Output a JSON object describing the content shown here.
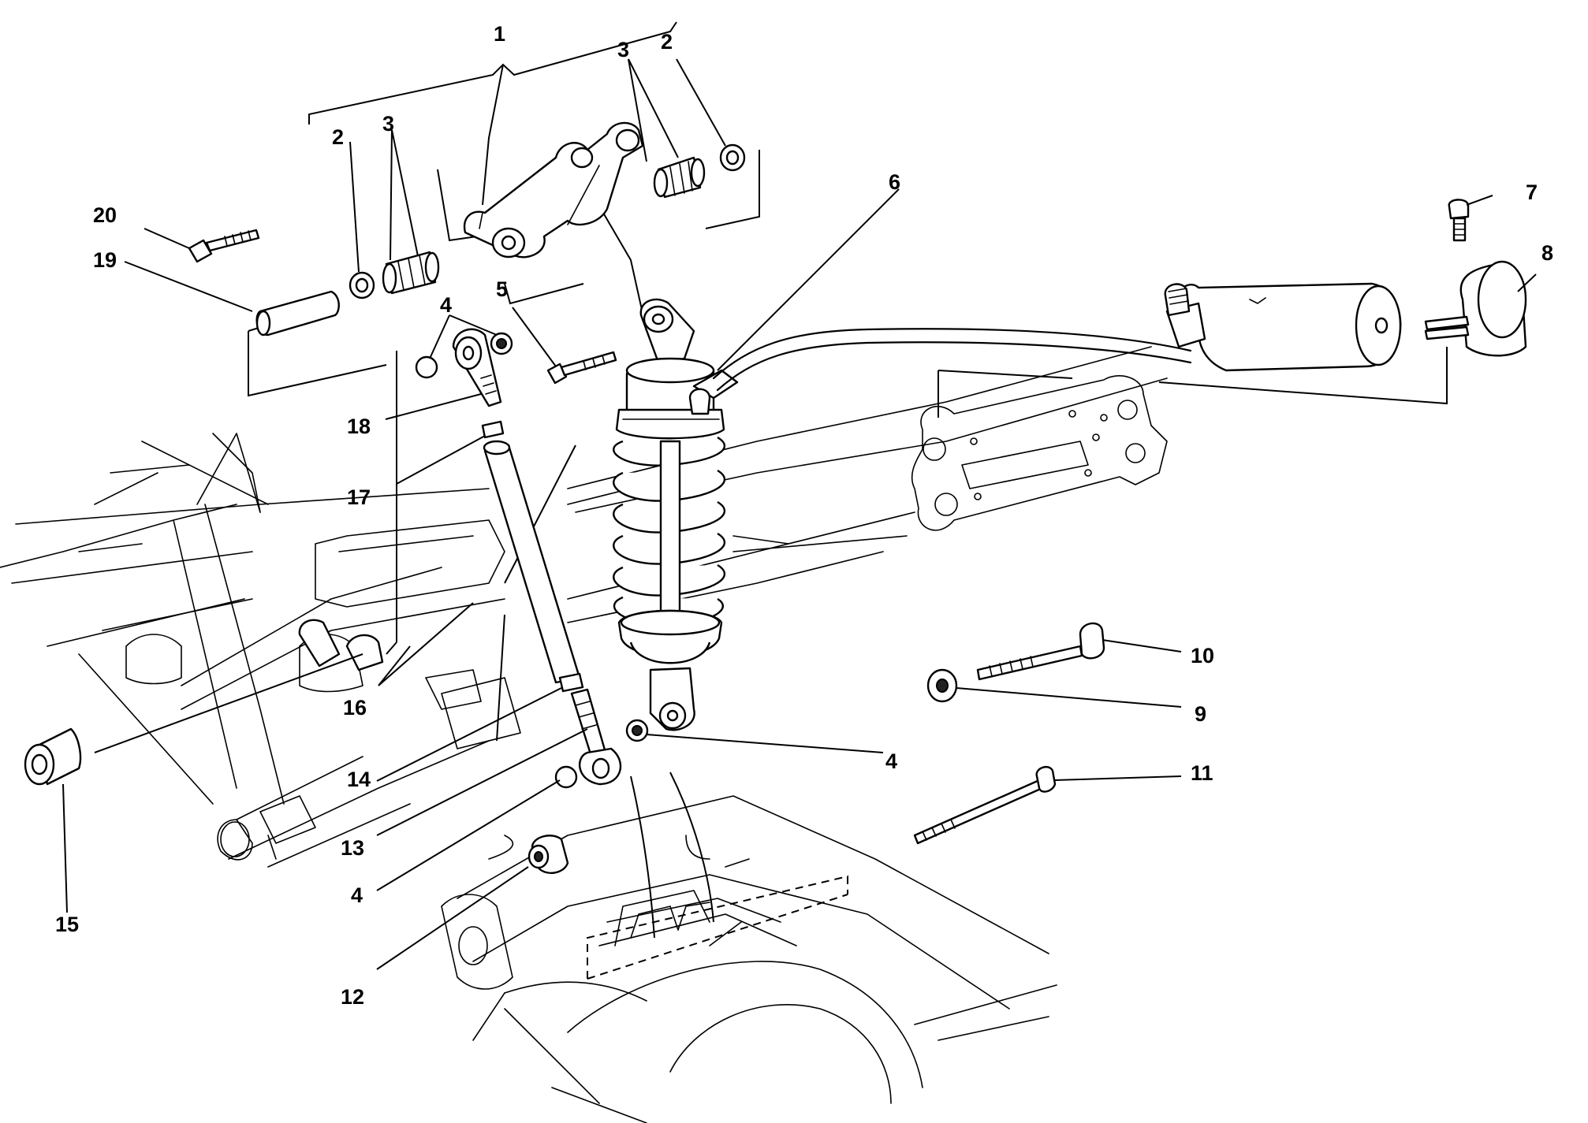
{
  "callouts": [
    {
      "id": "c1",
      "text": "1"
    },
    {
      "id": "c2a",
      "text": "2"
    },
    {
      "id": "c2b",
      "text": "2"
    },
    {
      "id": "c3a",
      "text": "3"
    },
    {
      "id": "c3b",
      "text": "3"
    },
    {
      "id": "c4a",
      "text": "4"
    },
    {
      "id": "c4b",
      "text": "4"
    },
    {
      "id": "c4c",
      "text": "4"
    },
    {
      "id": "c5",
      "text": "5"
    },
    {
      "id": "c6",
      "text": "6"
    },
    {
      "id": "c7",
      "text": "7"
    },
    {
      "id": "c8",
      "text": "8"
    },
    {
      "id": "c9",
      "text": "9"
    },
    {
      "id": "c10",
      "text": "10"
    },
    {
      "id": "c11",
      "text": "11"
    },
    {
      "id": "c12",
      "text": "12"
    },
    {
      "id": "c13",
      "text": "13"
    },
    {
      "id": "c14",
      "text": "14"
    },
    {
      "id": "c15",
      "text": "15"
    },
    {
      "id": "c16",
      "text": "16"
    },
    {
      "id": "c17",
      "text": "17"
    },
    {
      "id": "c18",
      "text": "18"
    },
    {
      "id": "c19",
      "text": "19"
    },
    {
      "id": "c20",
      "text": "20"
    }
  ]
}
